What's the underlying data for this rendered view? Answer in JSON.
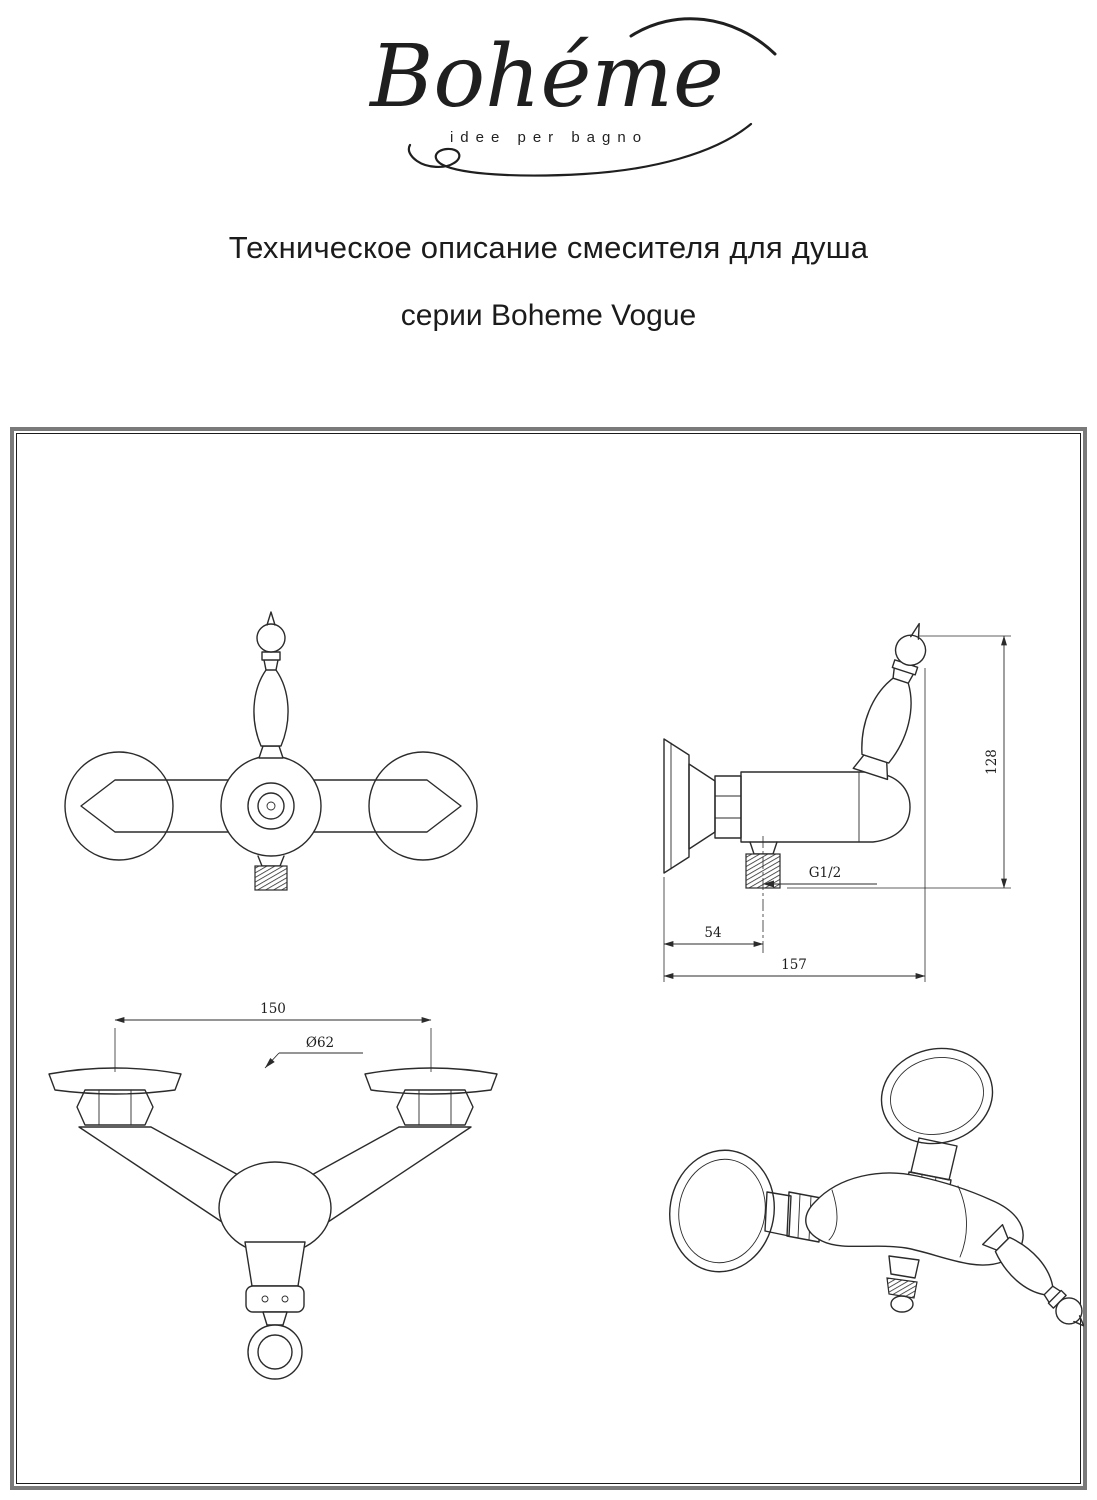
{
  "logo": {
    "brand": "Bohéme",
    "tagline": "idee per bagno"
  },
  "title": {
    "line1": "Техническое описание смесителя для душа",
    "line2": "серии Boheme Vogue"
  },
  "dimensions": {
    "side_height": "128",
    "thread": "G1/2",
    "side_offset": "54",
    "side_total_width": "157",
    "front_span": "150",
    "flange_diameter": "Ø62"
  },
  "colors": {
    "line": "#2b2b2b",
    "frame": "#7a7a7a",
    "text": "#1b1b1b"
  }
}
